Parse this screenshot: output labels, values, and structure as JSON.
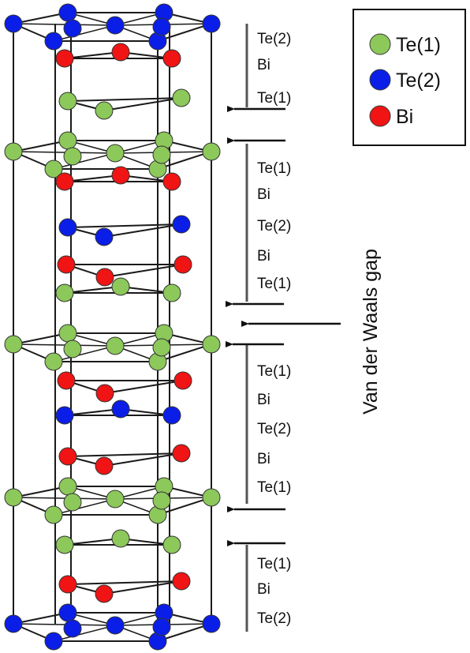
{
  "legend": {
    "items": [
      {
        "label": "Te(1)",
        "color": "#8cc85a"
      },
      {
        "label": "Te(2)",
        "color": "#0a1ee8"
      },
      {
        "label": "Bi",
        "color": "#f01414"
      }
    ]
  },
  "layer_labels": {
    "b0_l0": "Te(2)",
    "b0_l1": "Bi",
    "b0_l2": "Te(1)",
    "b1_l0": "Te(1)",
    "b1_l1": "Bi",
    "b1_l2": "Te(2)",
    "b1_l3": "Bi",
    "b1_l4": "Te(1)",
    "b2_l0": "Te(1)",
    "b2_l1": "Bi",
    "b2_l2": "Te(2)",
    "b2_l3": "Bi",
    "b2_l4": "Te(1)",
    "b3_l0": "Te(1)",
    "b3_l1": "Bi",
    "b3_l2": "Te(2)"
  },
  "gap_label": "Van der Waals gap",
  "atom_layers": [
    "Te(2)",
    "Bi",
    "Te(1)",
    "Te(1)",
    "Bi",
    "Te(2)",
    "Bi",
    "Te(1)",
    "Te(1)",
    "Bi",
    "Te(2)",
    "Bi",
    "Te(1)",
    "Te(1)",
    "Bi",
    "Te(2)"
  ]
}
